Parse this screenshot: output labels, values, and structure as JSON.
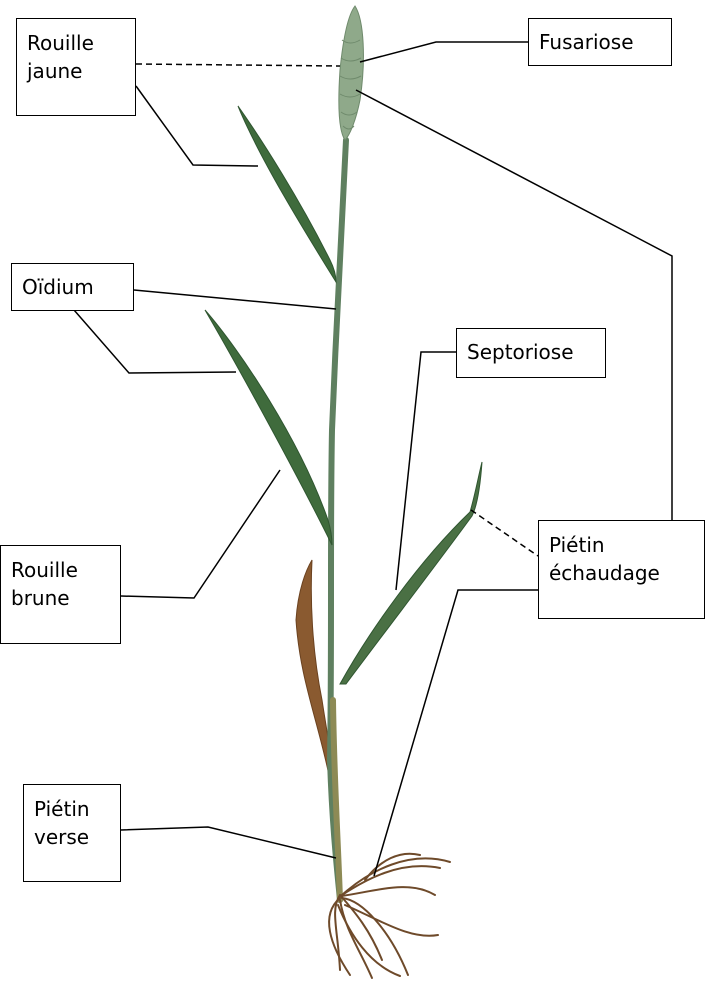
{
  "labels": {
    "rouille_jaune": [
      "Rouille",
      "jaune"
    ],
    "fusariose": [
      "Fusariose"
    ],
    "oidium": [
      "Oïdium"
    ],
    "septoriose": [
      "Septoriose"
    ],
    "rouille_brune": [
      "Rouille",
      "brune"
    ],
    "pietin_echaudage": [
      "Piétin",
      "échaudage"
    ],
    "pietin_verse": [
      "Piétin",
      "verse"
    ]
  },
  "colors": {
    "leaf": "#3f6b3c",
    "leaf_dark": "#2f5530",
    "stem": "#5f8060",
    "ear": "#8fa98a",
    "dry_leaf": "#8a5a30",
    "root": "#6e4a2a",
    "line": "#000000"
  }
}
